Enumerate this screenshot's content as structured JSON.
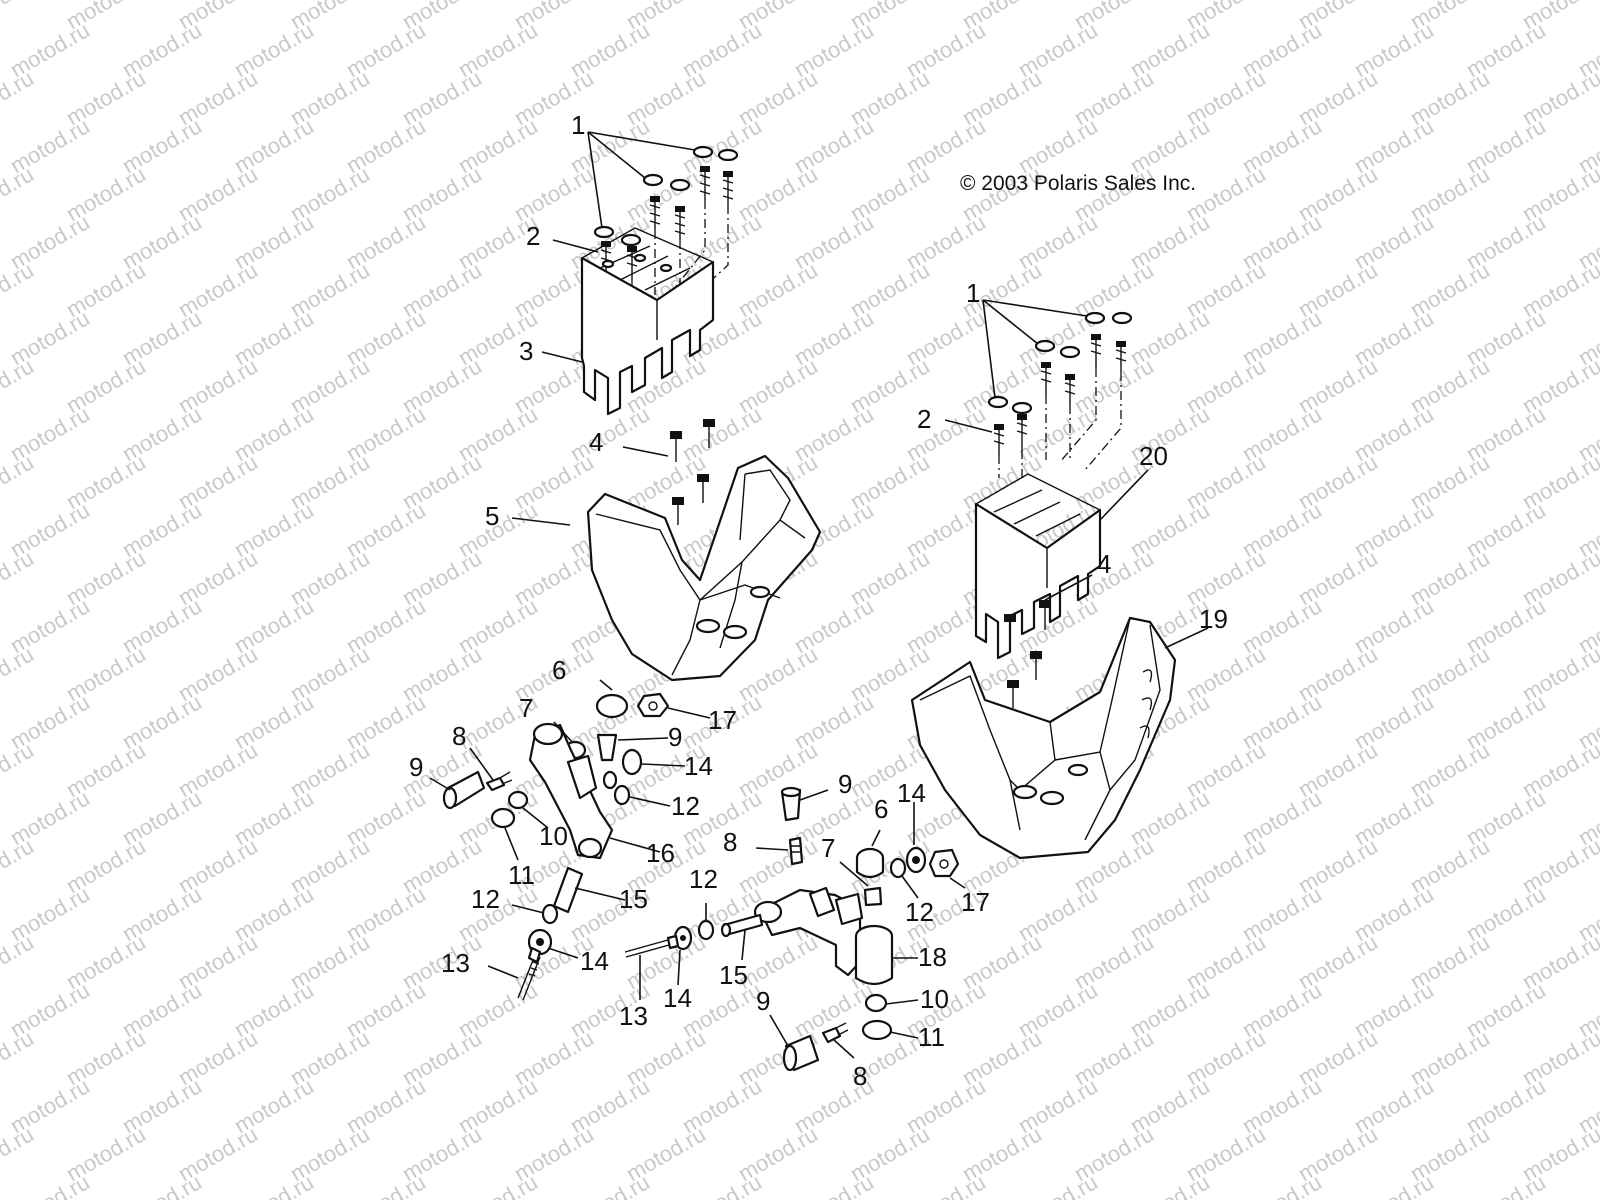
{
  "watermark": "motod.ru",
  "copyright": "© 2003 Polaris Sales Inc.",
  "callouts": [
    {
      "id": "c1a",
      "text": "1"
    },
    {
      "id": "c2a",
      "text": "2"
    },
    {
      "id": "c3",
      "text": "3"
    },
    {
      "id": "c4a",
      "text": "4"
    },
    {
      "id": "c5",
      "text": "5"
    },
    {
      "id": "c1b",
      "text": "1"
    },
    {
      "id": "c2b",
      "text": "2"
    },
    {
      "id": "c20",
      "text": "20"
    },
    {
      "id": "c4b",
      "text": "4"
    },
    {
      "id": "c19",
      "text": "19"
    },
    {
      "id": "c6a",
      "text": "6"
    },
    {
      "id": "c17a",
      "text": "17"
    },
    {
      "id": "c7a",
      "text": "7"
    },
    {
      "id": "c9a",
      "text": "9"
    },
    {
      "id": "c8a",
      "text": "8"
    },
    {
      "id": "c9b",
      "text": "9"
    },
    {
      "id": "c14a",
      "text": "14"
    },
    {
      "id": "c12a",
      "text": "12"
    },
    {
      "id": "c10a",
      "text": "10"
    },
    {
      "id": "c16",
      "text": "16"
    },
    {
      "id": "c11a",
      "text": "11"
    },
    {
      "id": "c15a",
      "text": "15"
    },
    {
      "id": "c12b",
      "text": "12"
    },
    {
      "id": "c14b",
      "text": "14"
    },
    {
      "id": "c13a",
      "text": "13"
    },
    {
      "id": "c9c",
      "text": "9"
    },
    {
      "id": "c8b",
      "text": "8"
    },
    {
      "id": "c6b",
      "text": "6"
    },
    {
      "id": "c14c",
      "text": "14"
    },
    {
      "id": "c7b",
      "text": "7"
    },
    {
      "id": "c12c",
      "text": "12"
    },
    {
      "id": "c17b",
      "text": "17"
    },
    {
      "id": "c12d",
      "text": "12"
    },
    {
      "id": "c18",
      "text": "18"
    },
    {
      "id": "c15b",
      "text": "15"
    },
    {
      "id": "c14d",
      "text": "14"
    },
    {
      "id": "c13b",
      "text": "13"
    },
    {
      "id": "c9d",
      "text": "9"
    },
    {
      "id": "c10b",
      "text": "10"
    },
    {
      "id": "c11b",
      "text": "11"
    },
    {
      "id": "c8c",
      "text": "8"
    }
  ]
}
